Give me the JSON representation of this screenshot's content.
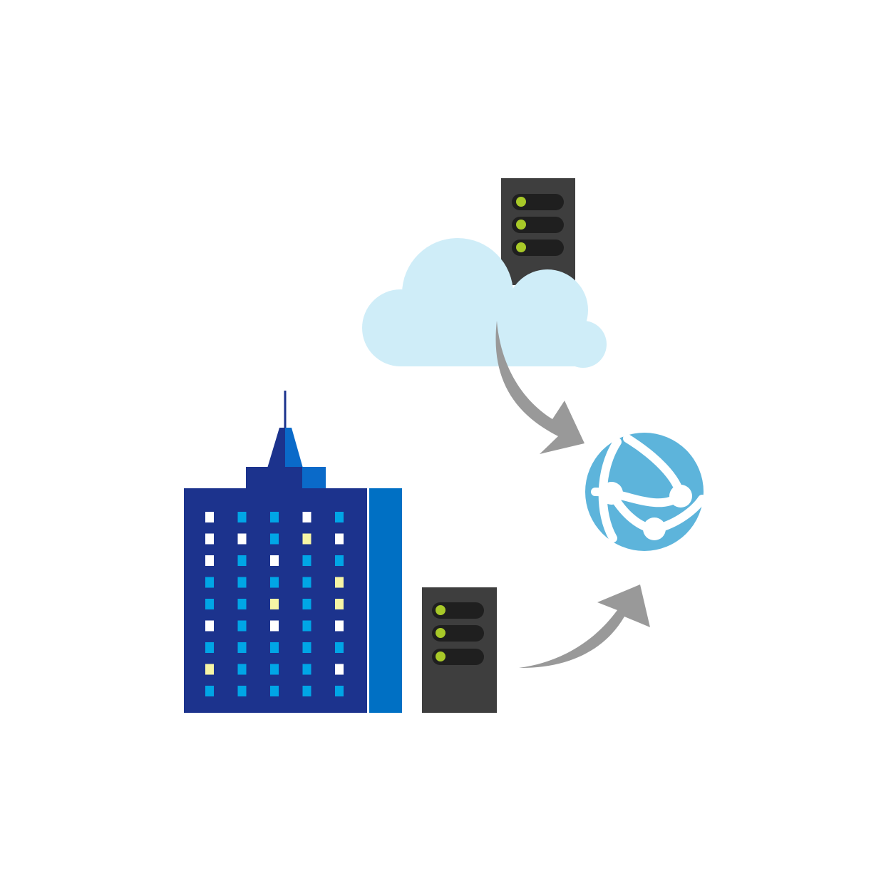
{
  "icons": {
    "building": "office-building-icon",
    "onprem_server": "server-icon",
    "cloud": "cloud-icon",
    "cloud_server": "server-icon",
    "web_app": "globe-network-icon",
    "arrows": "curved-arrow-icon"
  },
  "colors": {
    "background": "#ffffff",
    "building_dark": "#1c338d",
    "building_mid": "#0a6ac9",
    "building_side": "#0070c4",
    "window_blue": "#00a6e6",
    "window_white": "#ffffff",
    "window_yellow": "#f6f5a5",
    "server_body": "#3e3e3e",
    "server_slot": "#1f1f1f",
    "server_led": "#a8c928",
    "cloud": "#cfedf8",
    "arrow": "#999999",
    "globe": "#5db4db",
    "globe_lines": "#ffffff"
  },
  "building_windows": [
    [
      "w",
      "b",
      "b",
      "w",
      "b"
    ],
    [
      "w",
      "w",
      "b",
      "y",
      "w"
    ],
    [
      "w",
      "b",
      "w",
      "b",
      "b"
    ],
    [
      "b",
      "b",
      "b",
      "b",
      "y"
    ],
    [
      "b",
      "b",
      "y",
      "b",
      "y"
    ],
    [
      "w",
      "b",
      "w",
      "b",
      "w"
    ],
    [
      "b",
      "b",
      "b",
      "b",
      "b"
    ],
    [
      "y",
      "b",
      "b",
      "b",
      "w"
    ],
    [
      "b",
      "b",
      "b",
      "b",
      "b"
    ]
  ]
}
